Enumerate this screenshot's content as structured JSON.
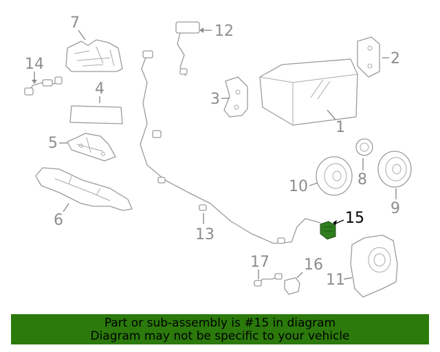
{
  "callouts": {
    "c1": "1",
    "c2": "2",
    "c3": "3",
    "c4": "4",
    "c5": "5",
    "c6": "6",
    "c7": "7",
    "c8": "8",
    "c9": "9",
    "c10": "10",
    "c11": "11",
    "c12": "12",
    "c13": "13",
    "c14": "14",
    "c15": "15",
    "c16": "16",
    "c17": "17"
  },
  "highlighted_part": "15",
  "colors": {
    "highlight": "#2f7d1f",
    "banner": "#2b7a0b",
    "parts": "#9a9a9a"
  },
  "banner": {
    "line1": "Part or sub-assembly is #15 in diagram",
    "line2": "Diagram may not be specific to your vehicle"
  }
}
